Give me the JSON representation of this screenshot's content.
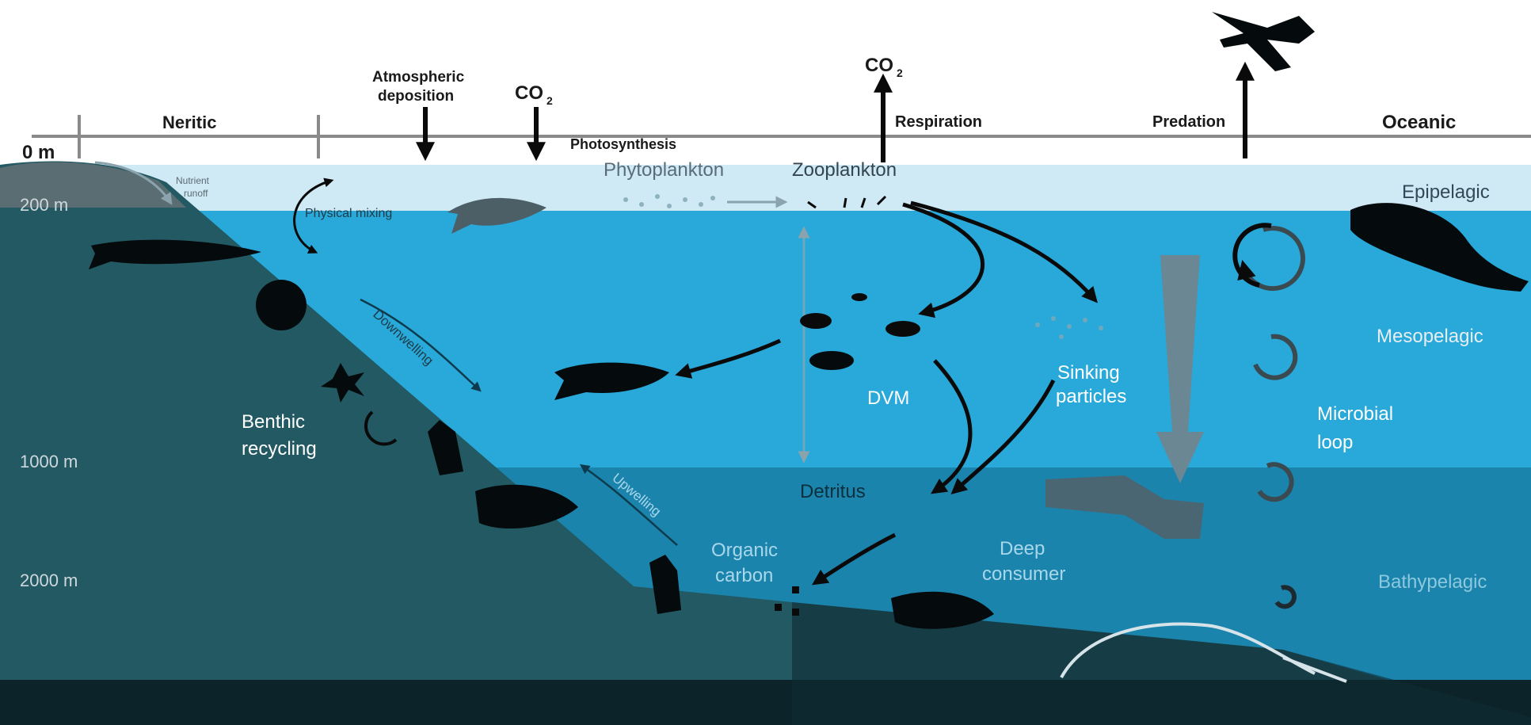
{
  "header": {
    "depth_surface": "0 m",
    "neritic": "Neritic",
    "oceanic": "Oceanic",
    "atmospheric_deposition": [
      "Atmospheric",
      "deposition"
    ],
    "co2_down": "CO",
    "co2_up": "CO",
    "co2_subscript": "2",
    "photosynthesis": "Photosynthesis",
    "respiration": "Respiration",
    "predation": "Predation"
  },
  "zones": {
    "epipelagic": "Epipelagic",
    "mesopelagic": "Mesopelagic",
    "bathypelagic": "Bathypelagic"
  },
  "depths": [
    "200 m",
    "1000 m",
    "2000 m"
  ],
  "labels": {
    "nutrient_runoff": [
      "Nutrient",
      "runoff"
    ],
    "physical_mixing": "Physical mixing",
    "phytoplankton": "Phytoplankton",
    "zooplankton": "Zooplankton",
    "downwelling": "Downwelling",
    "upwelling": "Upwelling",
    "benthic_recycling": [
      "Benthic",
      "recycling"
    ],
    "dvm": "DVM",
    "sinking_particles": [
      "Sinking",
      "particles"
    ],
    "microbial_loop": [
      "Microbial",
      "loop"
    ],
    "detritus": "Detritus",
    "organic_carbon": [
      "Organic",
      "carbon"
    ],
    "deep_consumer": [
      "Deep",
      "consumer"
    ]
  },
  "colors": {
    "epipelagic_water": "#cfe9f5",
    "mesopelagic_water": "#29a9d9",
    "bathypelagic_water": "#1b84ad",
    "seafloor_deep": "#0c2329",
    "shelf": "#225963",
    "coast": "#5a6d72"
  }
}
